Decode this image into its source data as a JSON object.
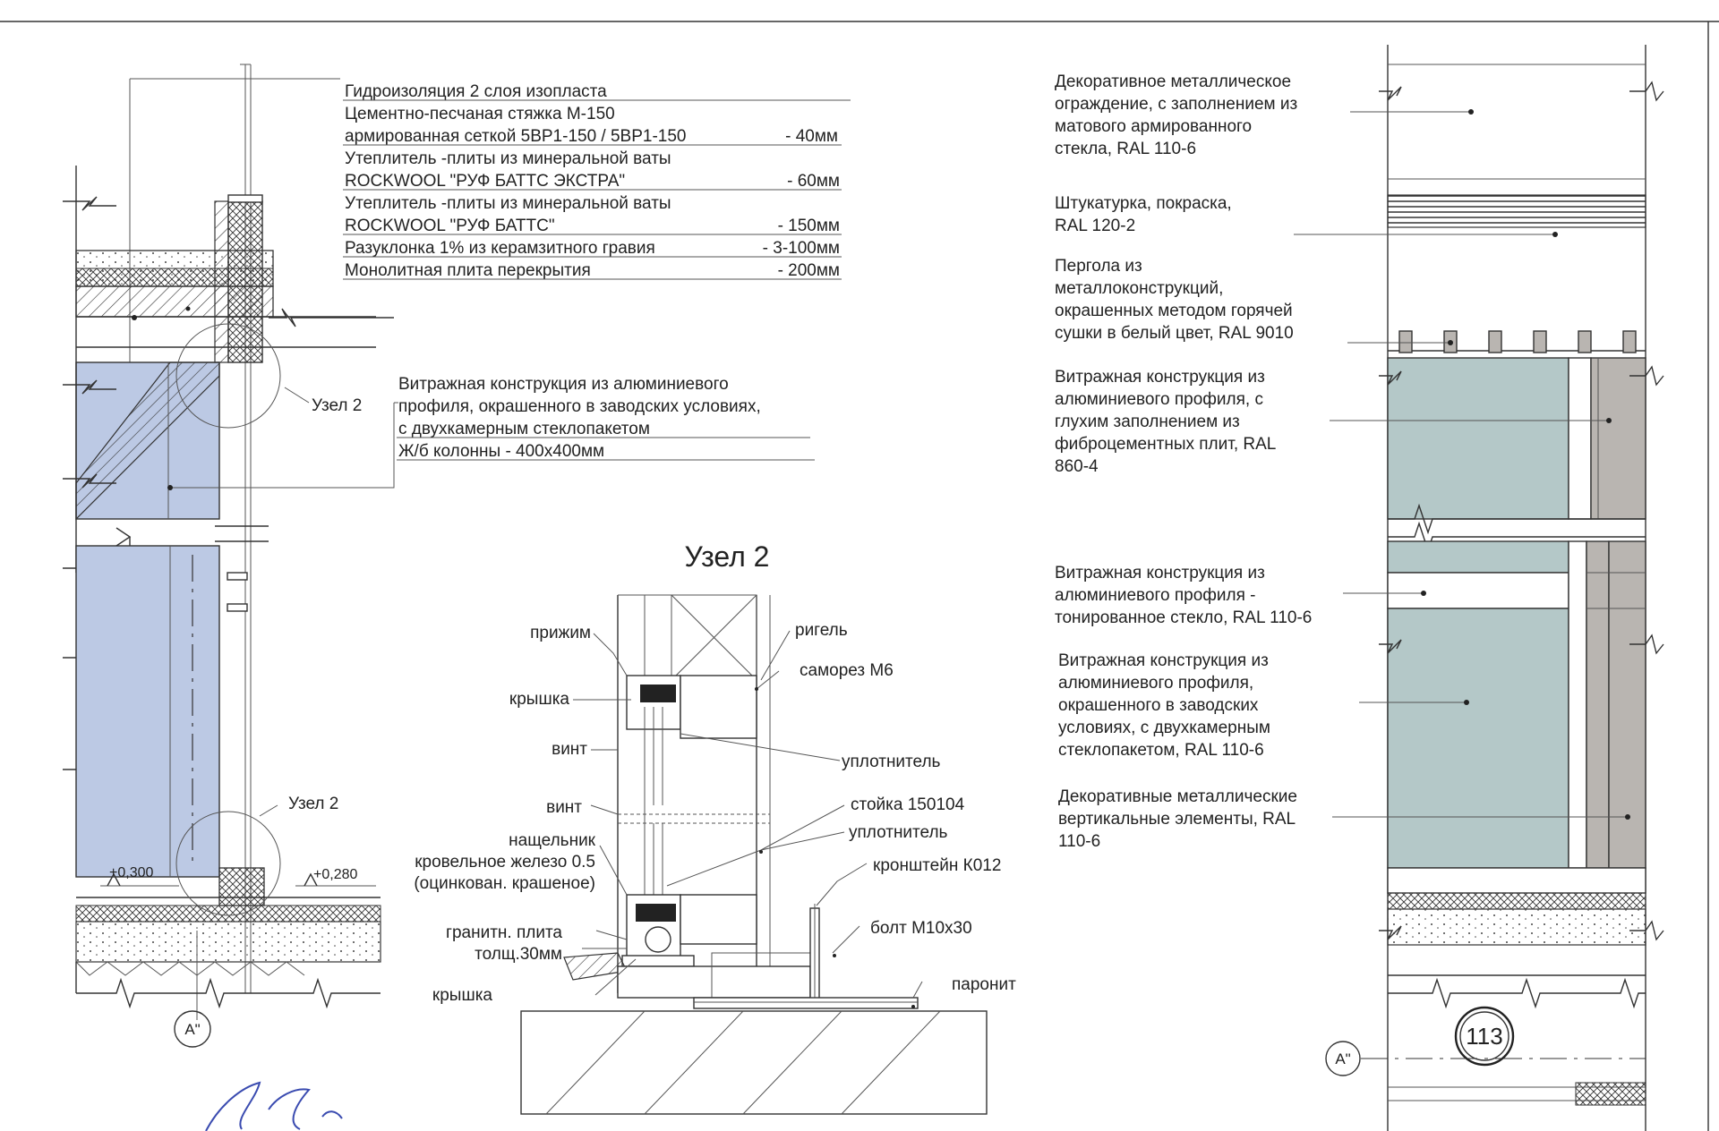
{
  "section_left": {
    "layers": [
      {
        "text": "Гидроизоляция 2 слоя изопласта",
        "value": ""
      },
      {
        "text": "Цементно-песчаная стяжка М-150",
        "value": ""
      },
      {
        "text": "армированная сеткой  5ВР1-150 / 5ВР1-150",
        "value": "- 40мм"
      },
      {
        "text": "Утеплитель -плиты из минеральной ваты",
        "value": ""
      },
      {
        "text": "ROCKWOOL \"РУФ БАТТС ЭКСТРА\"",
        "value": "- 60мм"
      },
      {
        "text": "Утеплитель -плиты из минеральной ваты",
        "value": ""
      },
      {
        "text": "ROCKWOOL \"РУФ БАТТС\"",
        "value": "- 150мм"
      },
      {
        "text": "Разуклонка 1% из керамзитного гравия",
        "value": "- 3-100мм"
      },
      {
        "text": "Монолитная плита перекрытия",
        "value": "- 200мм"
      }
    ],
    "facade_note": [
      "Витражная конструкция из алюминиевого",
      "профиля, окрашенного в заводских условиях,",
      "с двухкамерным стеклопакетом",
      "Ж/б колонны  - 400x400мм"
    ],
    "node_ref_top": "Узел 2",
    "node_ref_bottom": "Узел 2",
    "level_left": "+0,300",
    "level_right": "+0,280",
    "axis": "А\""
  },
  "node_detail": {
    "title": "Узел 2",
    "labels_left": [
      "прижим",
      "крышка",
      "винт",
      "винт",
      "нащельник",
      "кровельное железо 0.5",
      "(оцинкован. крашеное)",
      "гранитн. плита",
      "толщ.30мм",
      "крышка"
    ],
    "labels_right": [
      "ригель",
      "саморез М6",
      "уплотнитель",
      "стойка 150104",
      "уплотнитель",
      "кронштейн К012",
      "болт М10х30",
      "паронит"
    ]
  },
  "elevation_right": {
    "notes": [
      {
        "lines": [
          "Декоративное металлическое",
          "ограждение, с заполнением из",
          "матового армированного",
          "стекла, RAL 110-6"
        ]
      },
      {
        "lines": [
          "Штукатурка, покраска,",
          "RAL 120-2"
        ]
      },
      {
        "lines": [
          "Пергола из",
          "металлоконструкций,",
          "окрашенных методом горячей",
          "сушки в белый цвет, RAL 9010"
        ]
      },
      {
        "lines": [
          "Витражная конструкция из",
          "алюминиевого профиля, с",
          "глухим заполнением из",
          "фиброцементных плит, RAL",
          "860-4"
        ]
      },
      {
        "lines": [
          "Витражная конструкция из",
          "алюминиевого профиля -",
          "тонированное стекло, RAL 110-6"
        ]
      },
      {
        "lines": [
          "Витражная конструкция из",
          "алюминиевого профиля,",
          "окрашенного в заводских",
          "условиях, с двухкамерным",
          "стеклопакетом, RAL 110-6"
        ]
      },
      {
        "lines": [
          "Декоративные металлические",
          "вертикальные элементы, RAL",
          "110-6"
        ]
      }
    ],
    "sheet_number": "113",
    "axis": "А\""
  },
  "colors": {
    "glass": "#bcc9e4",
    "fibrocement": "#b9b5b1",
    "toned_glass": "#b4c8c8"
  }
}
